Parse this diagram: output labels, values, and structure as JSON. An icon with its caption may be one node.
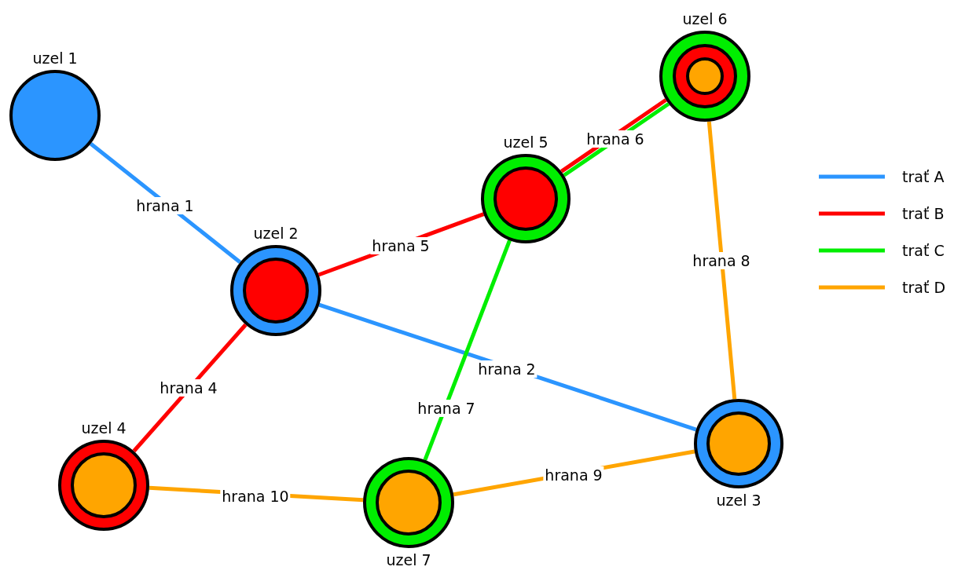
{
  "diagram": {
    "nodes": [
      {
        "text": [
          "uzel 1"
        ]
      },
      {
        "text": [
          "uzel 2"
        ]
      },
      {
        "text": [
          "uzel 3"
        ]
      },
      {
        "text": [
          "uzel 4"
        ]
      },
      {
        "text": [
          "uzel 5"
        ]
      },
      {
        "text": [
          "uzel 6"
        ]
      },
      {
        "text": [
          "uzel 7"
        ]
      }
    ],
    "edges": [
      {
        "from": 0,
        "to": 1,
        "arrow": "none",
        "label": "hrana 1",
        "color": "#2b95ff"
      },
      {
        "from": 1,
        "to": 2,
        "arrow": "none",
        "label": "hrana 2",
        "color": "#2b95ff"
      },
      {
        "from": 1,
        "to": 3,
        "arrow": "none",
        "label": "hrana 4",
        "color": "#ff0000"
      },
      {
        "from": 1,
        "to": 4,
        "arrow": "none",
        "label": "hrana 5",
        "color": "#ff0000"
      },
      {
        "from": 4,
        "to": 5,
        "arrow": "none",
        "label": "hrana 6",
        "color": "#ff0000"
      },
      {
        "from": 4,
        "to": 5,
        "arrow": "none",
        "color": "#00ee00"
      },
      {
        "from": 4,
        "to": 6,
        "arrow": "none",
        "label": "hrana 7",
        "color": "#00ee00"
      },
      {
        "from": 5,
        "to": 2,
        "arrow": "none",
        "label": "hrana 8",
        "color": "#ffa500"
      },
      {
        "from": 6,
        "to": 2,
        "arrow": "none",
        "label": "hrana 9",
        "color": "#ffa500"
      },
      {
        "from": 3,
        "to": 6,
        "arrow": "none",
        "label": "hrana 10",
        "color": "#ffa500"
      }
    ],
    "legend": [
      {
        "text": "trať A"
      },
      {
        "text": "trať B"
      },
      {
        "text": "trať C"
      },
      {
        "text": "trať D"
      }
    ]
  }
}
